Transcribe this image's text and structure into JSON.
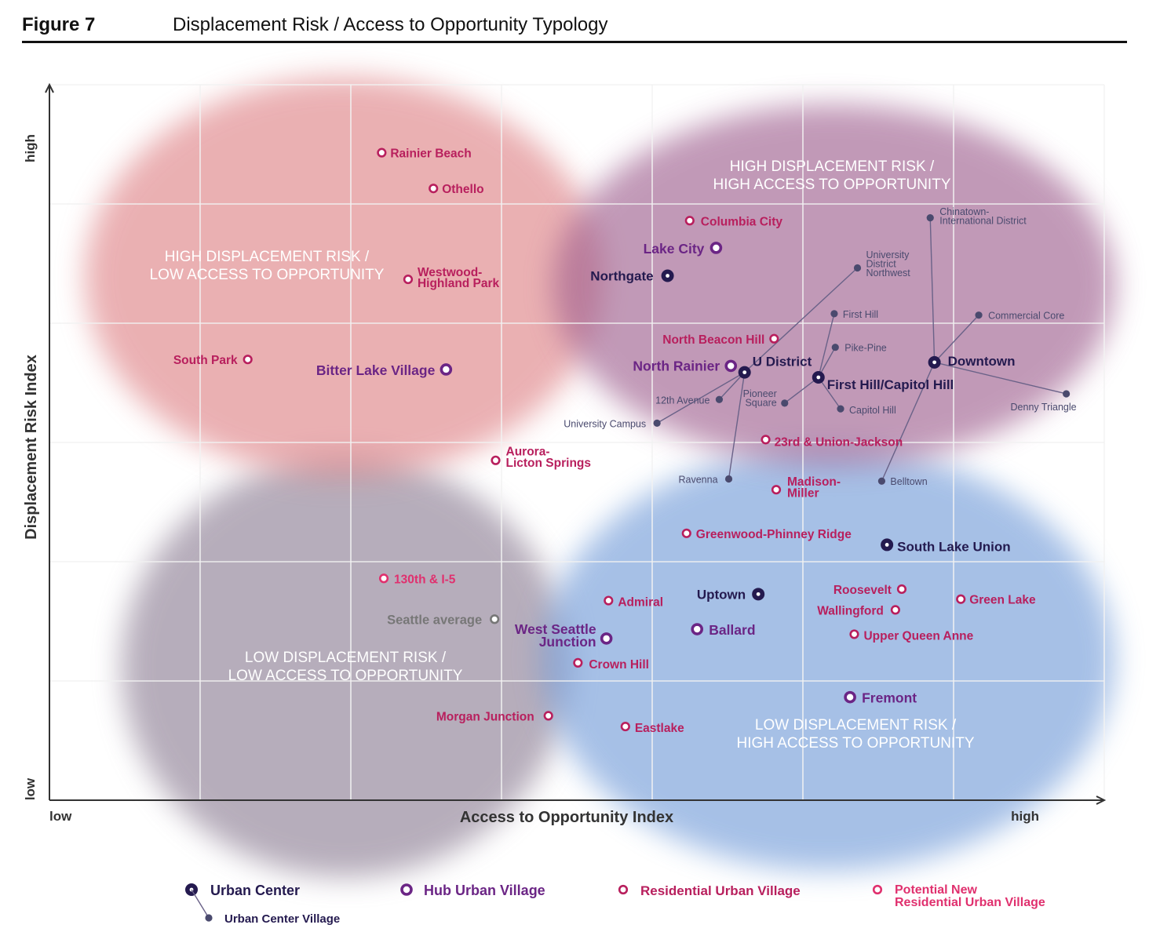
{
  "header": {
    "figure_label": "Figure 7",
    "title": "Displacement Risk / Access to Opportunity Typology"
  },
  "colors": {
    "urban_center": "#241a4f",
    "hub": "#6b2585",
    "residential": "#b81f5d",
    "potential": "#e0306e",
    "ucv": "#4a4a6e",
    "average": "#777777",
    "red_zone": "#de8084",
    "purple_zone": "#9c5c8c",
    "blue_zone": "#6f9ad8",
    "grey_zone": "#8a7b92"
  },
  "chart_data": {
    "type": "scatter",
    "title": "Displacement Risk / Access to Opportunity Typology",
    "xlabel": "Access to Opportunity Index",
    "ylabel": "Displacement Risk Index",
    "x_ticks": [
      "low",
      "high"
    ],
    "y_ticks": [
      "low",
      "high"
    ],
    "xlim": [
      0,
      100
    ],
    "ylim": [
      0,
      100
    ],
    "grid": true,
    "zones": [
      {
        "line1": "HIGH DISPLACEMENT RISK /",
        "line2": "LOW ACCESS TO OPPORTUNITY",
        "color": "red"
      },
      {
        "line1": "HIGH DISPLACEMENT RISK /",
        "line2": "HIGH ACCESS TO OPPORTUNITY",
        "color": "purple"
      },
      {
        "line1": "LOW DISPLACEMENT RISK /",
        "line2": "LOW ACCESS TO OPPORTUNITY",
        "color": "grey"
      },
      {
        "line1": "LOW DISPLACEMENT RISK /",
        "line2": "HIGH ACCESS TO OPPORTUNITY",
        "color": "blue"
      }
    ],
    "points": [
      {
        "name": "Rainier Beach",
        "category": "residential",
        "x": 31.5,
        "y": 90.5
      },
      {
        "name": "Othello",
        "category": "residential",
        "x": 36.4,
        "y": 85.5
      },
      {
        "name": "Columbia City",
        "category": "residential",
        "x": 60.7,
        "y": 81.0
      },
      {
        "name": "Lake City",
        "category": "hub",
        "x": 63.2,
        "y": 77.2
      },
      {
        "name": "Westwood-Highland Park",
        "category": "residential",
        "x": 34.0,
        "y": 72.8
      },
      {
        "name": "Northgate",
        "category": "urban_center",
        "x": 58.6,
        "y": 73.3
      },
      {
        "name": "North Beacon Hill",
        "category": "residential",
        "x": 68.7,
        "y": 64.5
      },
      {
        "name": "South Park",
        "category": "residential",
        "x": 18.8,
        "y": 61.6
      },
      {
        "name": "Bitter Lake Village",
        "category": "hub",
        "x": 37.6,
        "y": 60.2
      },
      {
        "name": "North Rainier",
        "category": "hub",
        "x": 64.6,
        "y": 60.7
      },
      {
        "name": "U District",
        "category": "urban_center",
        "x": 65.9,
        "y": 59.8
      },
      {
        "name": "First Hill/Capitol Hill",
        "category": "urban_center",
        "x": 72.9,
        "y": 59.1
      },
      {
        "name": "Downtown",
        "category": "urban_center",
        "x": 83.9,
        "y": 61.2
      },
      {
        "name": "23rd & Union-Jackson",
        "category": "residential",
        "x": 67.9,
        "y": 50.4
      },
      {
        "name": "Aurora-Licton Springs",
        "category": "residential",
        "x": 42.3,
        "y": 47.5
      },
      {
        "name": "Madison-Miller",
        "category": "residential",
        "x": 68.9,
        "y": 43.4
      },
      {
        "name": "Greenwood-Phinney Ridge",
        "category": "residential",
        "x": 60.4,
        "y": 37.3
      },
      {
        "name": "South Lake Union",
        "category": "urban_center",
        "x": 79.4,
        "y": 35.7
      },
      {
        "name": "130th & I-5",
        "category": "potential",
        "x": 31.7,
        "y": 31.0
      },
      {
        "name": "Uptown",
        "category": "urban_center",
        "x": 67.2,
        "y": 28.8
      },
      {
        "name": "Roosevelt",
        "category": "residential",
        "x": 80.8,
        "y": 29.5
      },
      {
        "name": "Green Lake",
        "category": "residential",
        "x": 86.4,
        "y": 28.1
      },
      {
        "name": "Admiral",
        "category": "residential",
        "x": 53.0,
        "y": 27.9
      },
      {
        "name": "Wallingford",
        "category": "residential",
        "x": 80.2,
        "y": 26.6
      },
      {
        "name": "Seattle average",
        "category": "average",
        "x": 42.2,
        "y": 25.3
      },
      {
        "name": "Ballard",
        "category": "hub",
        "x": 61.4,
        "y": 23.9
      },
      {
        "name": "Upper Queen Anne",
        "category": "residential",
        "x": 76.3,
        "y": 23.2
      },
      {
        "name": "West Seattle Junction",
        "category": "hub",
        "x": 52.8,
        "y": 22.6
      },
      {
        "name": "Crown Hill",
        "category": "residential",
        "x": 50.1,
        "y": 19.2
      },
      {
        "name": "Fremont",
        "category": "hub",
        "x": 75.9,
        "y": 14.4
      },
      {
        "name": "Morgan Junction",
        "category": "residential",
        "x": 47.3,
        "y": 11.8
      },
      {
        "name": "Eastlake",
        "category": "residential",
        "x": 54.6,
        "y": 10.3
      }
    ],
    "urban_center_villages": [
      {
        "name": "Chinatown-International District",
        "parent": "Downtown",
        "x": 83.5,
        "y": 81.4
      },
      {
        "name": "Commercial Core",
        "parent": "Downtown",
        "x": 88.1,
        "y": 67.8
      },
      {
        "name": "Denny Triangle",
        "parent": "Downtown",
        "x": 96.4,
        "y": 56.8
      },
      {
        "name": "Belltown",
        "parent": "Downtown",
        "x": 78.9,
        "y": 44.6
      },
      {
        "name": "First Hill",
        "parent": "First Hill/Capitol Hill",
        "x": 74.4,
        "y": 68.0
      },
      {
        "name": "Pike-Pine",
        "parent": "First Hill/Capitol Hill",
        "x": 74.5,
        "y": 63.3
      },
      {
        "name": "Capitol Hill",
        "parent": "First Hill/Capitol Hill",
        "x": 75.0,
        "y": 54.7
      },
      {
        "name": "Pioneer Square",
        "parent": "First Hill/Capitol Hill",
        "x": 69.7,
        "y": 55.5
      },
      {
        "name": "University District Northwest",
        "parent": "U District",
        "x": 76.6,
        "y": 74.4
      },
      {
        "name": "12th Avenue",
        "parent": "U District",
        "x": 63.5,
        "y": 56.0
      },
      {
        "name": "University Campus",
        "parent": "U District",
        "x": 57.6,
        "y": 52.7
      },
      {
        "name": "Ravenna",
        "parent": "U District",
        "x": 64.4,
        "y": 44.9
      }
    ]
  },
  "legend": {
    "urban_center": "Urban Center",
    "urban_center_village": "Urban Center Village",
    "hub": "Hub Urban Village",
    "residential": "Residential Urban Village",
    "potential_line1": "Potential New",
    "potential_line2": "Residential Urban Village"
  }
}
